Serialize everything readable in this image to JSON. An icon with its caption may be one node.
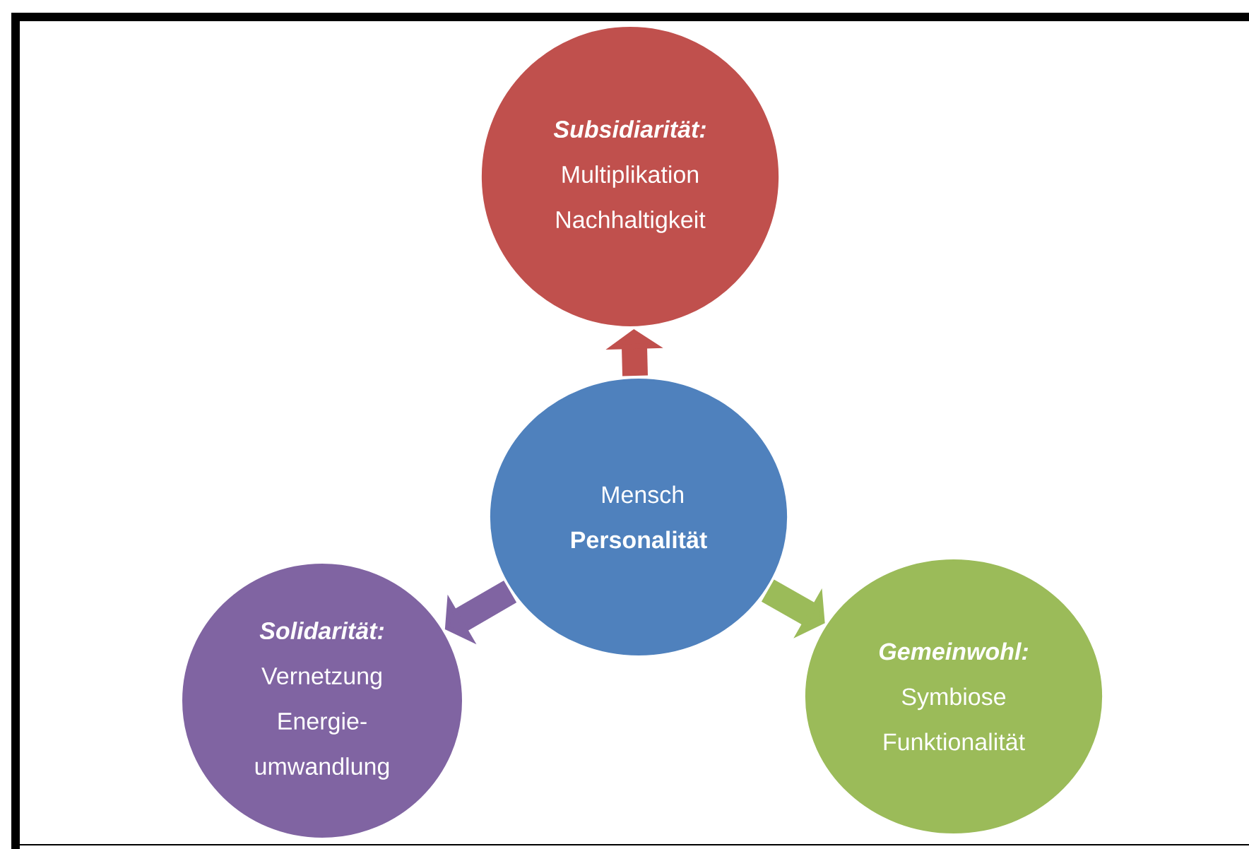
{
  "diagram": {
    "nodes": [
      {
        "text": [
          "Mensch",
          "Personalität"
        ]
      },
      {
        "text": [
          "Subsidiarität:",
          "Multiplikation",
          "Nachhaltigkeit"
        ]
      },
      {
        "text": [
          "Solidarität:",
          "Vernetzung",
          "Energie- umwandlung"
        ]
      },
      {
        "text": [
          "Gemeinwohl:",
          "Symbiose",
          "Funktionalität"
        ]
      }
    ],
    "edges": [
      {
        "from": 0,
        "to": 1,
        "arrow": "to",
        "color": "#c0504d"
      },
      {
        "from": 0,
        "to": 2,
        "arrow": "to",
        "color": "#8064a2"
      },
      {
        "from": 0,
        "to": 3,
        "arrow": "to",
        "color": "#9bbb59"
      }
    ]
  }
}
